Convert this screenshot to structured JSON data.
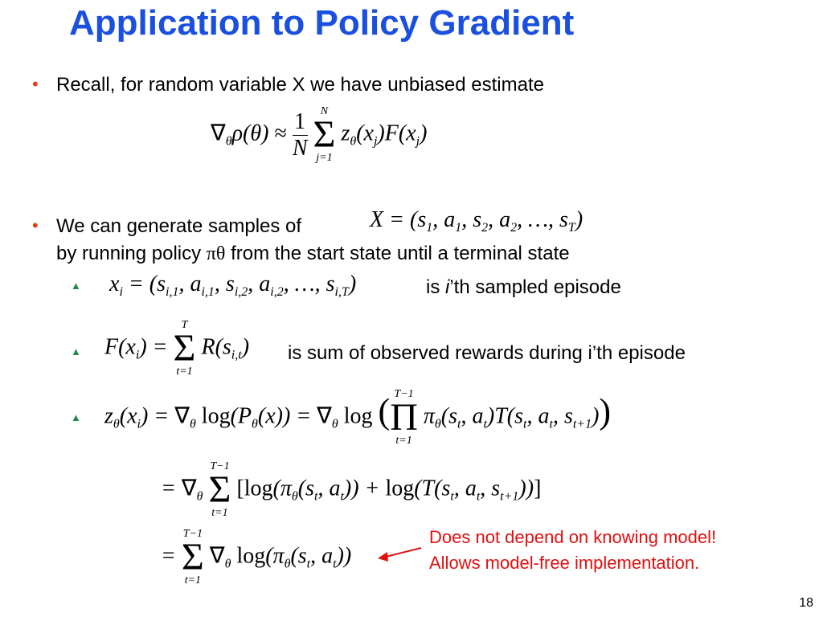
{
  "slide": {
    "title": "Application to Policy Gradient",
    "page_number": "18",
    "bullet1": {
      "text": "Recall, for random variable X we have unbiased estimate",
      "equation": "∇θ ρ(θ) ≈ (1/N) Σ_{j=1}^{N} zθ(xj) F(xj)"
    },
    "bullet2": {
      "text_line1": "We can generate samples of",
      "equation": "X = (s1, a1, s2, a2, …, sT)",
      "text_line2_a": "by running policy ",
      "pi_theta": "πθ",
      "text_line2_b": " from the start state until a terminal state"
    },
    "sub1": {
      "equation": "xi = (si,1, ai,1, si,2, ai,2, …, si,T)",
      "text_a": "is ",
      "text_i": "i",
      "text_b": "’th sampled episode"
    },
    "sub2": {
      "equation": "F(xi) = Σ_{t=1}^{T} R(si,t)",
      "text": "is sum of observed rewards during i’th episode"
    },
    "sub3": {
      "equation1": "zθ(xi) = ∇θ log(Pθ(x)) = ∇θ log( Π_{t=1}^{T−1} πθ(st, at) T(st, at, st+1) )",
      "equation2": "= ∇θ Σ_{t=1}^{T−1} [ log(πθ(st, at)) + log(T(st, at, st+1)) ]",
      "equation3": "= Σ_{t=1}^{T−1} ∇θ log(πθ(st, at))"
    },
    "note": {
      "line1": "Does not depend on knowing model!",
      "line2": "Allows model-free implementation."
    }
  },
  "colors": {
    "title": "#1a4fe0",
    "bullet": "#e0401a",
    "subbullet": "#1f8a4c",
    "note": "#e01010"
  }
}
